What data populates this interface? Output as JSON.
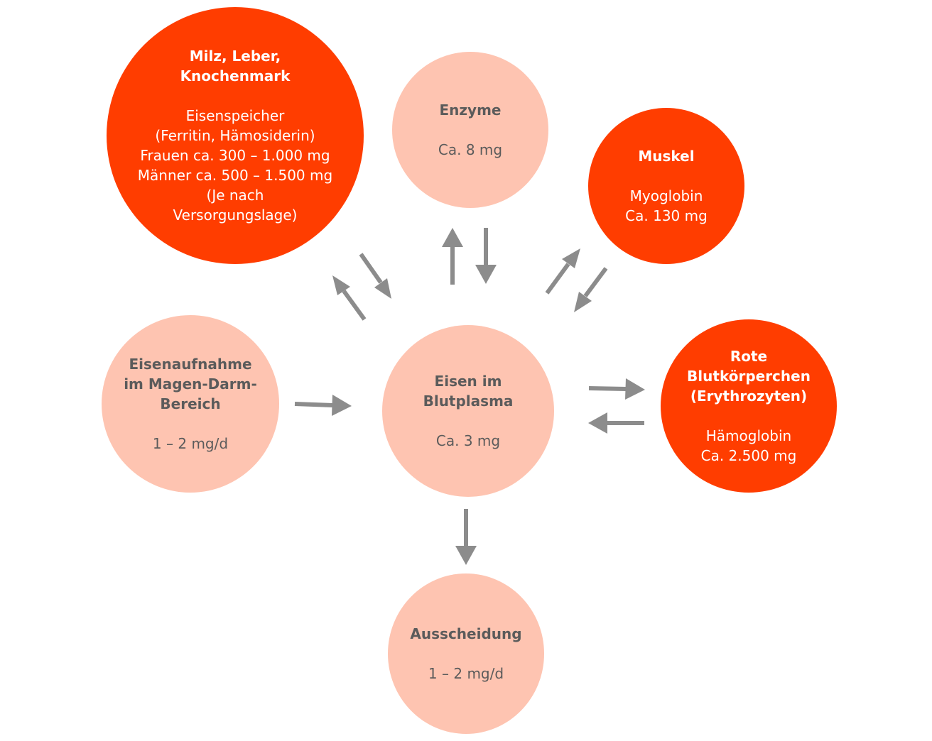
{
  "colors": {
    "dark_node": "#ff3d00",
    "light_node": "#fec4b1",
    "light_text": "#5b5b5b",
    "dark_text": "#ffffff",
    "arrow": "#8c8c8c"
  },
  "nodes": {
    "storage": {
      "title": "Milz, Leber,\nKnochenmark",
      "body": "Eisenspeicher\n(Ferritin, Hämosiderin)\nFrauen ca. 300 – 1.000 mg\nMänner ca. 500 – 1.500 mg\n(Je nach\nVersorgungslage)"
    },
    "enzymes": {
      "title": "Enzyme",
      "body": "Ca. 8 mg"
    },
    "muscle": {
      "title": "Muskel",
      "body": "Myoglobin\nCa. 130 mg"
    },
    "intake": {
      "title": "Eisenaufnahme\nim Magen-Darm-\nBereich",
      "body": "1 – 2 mg/d"
    },
    "plasma": {
      "title": "Eisen im\nBlutplasma",
      "body": "Ca. 3 mg"
    },
    "erythrocytes": {
      "title": "Rote\nBlutkörperchen\n(Erythrozyten)",
      "body": "Hämoglobin\nCa. 2.500 mg"
    },
    "excretion": {
      "title": "Ausscheidung",
      "body": "1 – 2 mg/d"
    }
  },
  "arrows": [
    {
      "from": "plasma",
      "to": "storage"
    },
    {
      "from": "storage",
      "to": "plasma"
    },
    {
      "from": "plasma",
      "to": "enzymes"
    },
    {
      "from": "enzymes",
      "to": "plasma"
    },
    {
      "from": "plasma",
      "to": "muscle"
    },
    {
      "from": "muscle",
      "to": "plasma"
    },
    {
      "from": "intake",
      "to": "plasma"
    },
    {
      "from": "plasma",
      "to": "erythrocytes"
    },
    {
      "from": "erythrocytes",
      "to": "plasma"
    },
    {
      "from": "plasma",
      "to": "excretion"
    }
  ]
}
